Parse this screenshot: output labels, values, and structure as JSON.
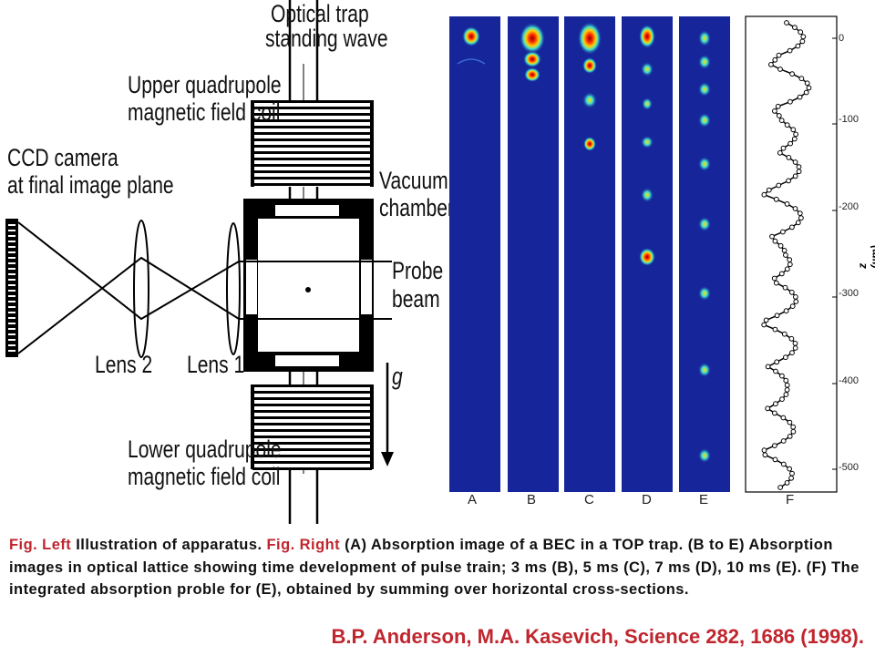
{
  "diagram": {
    "labels": {
      "optical_trap_l1": "Optical trap",
      "optical_trap_l2": "standing wave",
      "upper_coil_l1": "Upper quadrupole",
      "upper_coil_l2": "magnetic field coil",
      "ccd_l1": "CCD camera",
      "ccd_l2": "at final image plane",
      "vacuum_l1": "Vacuum",
      "vacuum_l2": "chamber",
      "probe_l1": "Probe",
      "probe_l2": "beam",
      "lens2": "Lens 2",
      "lens1": "Lens 1",
      "gravity": "g",
      "lower_coil_l1": "Lower quadrupole",
      "lower_coil_l2": "magnetic field coil"
    }
  },
  "panels": {
    "letters": [
      "A",
      "B",
      "C",
      "D",
      "E",
      "F"
    ],
    "z_axis_label": "z (µm)",
    "z_ticks": [
      "0",
      "-100",
      "-200",
      "-300",
      "-400",
      "-500"
    ]
  },
  "caption": {
    "fig_left": "Fig. Left",
    "left_text": "  Illustration of apparatus. ",
    "fig_right": "Fig. Right",
    "part_a": " (A)",
    "rest": " Absorption image of a BEC in a TOP trap. (B to E) Absorption images in optical lattice showing time development of pulse train; 3 ms (B), 5 ms (C), 7 ms (D), 10 ms (E). (F) The integrated absorption proble for (E), obtained by summing over horizontal cross-sections."
  },
  "citation": "B.P. Anderson, M.A. Kasevich, Science 282, 1686 (1998)."
}
